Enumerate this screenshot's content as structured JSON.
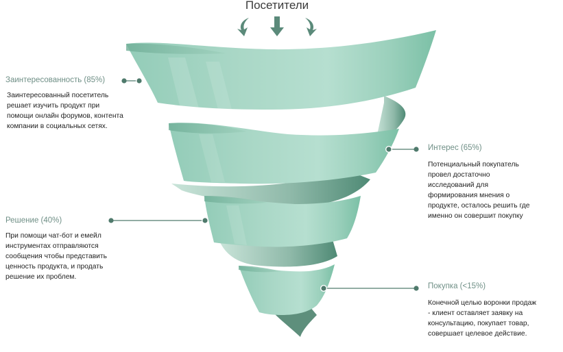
{
  "title": "Посетители",
  "stages": [
    {
      "title": "Заинтересованность (85%)",
      "description": "Заинтересованный посетитель решает изучить продукт при помощи онлайн форумов, контента компании в социальных сетях."
    },
    {
      "title": "Интерес (65%)",
      "description": "Потенциальный покупатель провел достаточно исследований для формирования мнения о продукте, осталось решить где именно он совершит покупку"
    },
    {
      "title": "Решение (40%)",
      "description": "При помощи чат-бот и емейл инструментах отправляются сообщения чтобы представить ценность продукта, и продать решение их проблем."
    },
    {
      "title": "Покупка (<15%)",
      "description": "Конечной целью воронки продаж - клиент оставляет заявку на консультацию, покупает товар, совершает целевое действие."
    }
  ],
  "icons": [
    "curved-arrow-left-icon",
    "arrow-down-icon",
    "curved-arrow-right-icon"
  ],
  "colors": {
    "ribbon_light": "#a9d5c4",
    "ribbon_mid": "#8fc8b2",
    "ribbon_dark": "#5f9b86",
    "label": "#6f8f86",
    "connector": "#4f7a6c"
  }
}
